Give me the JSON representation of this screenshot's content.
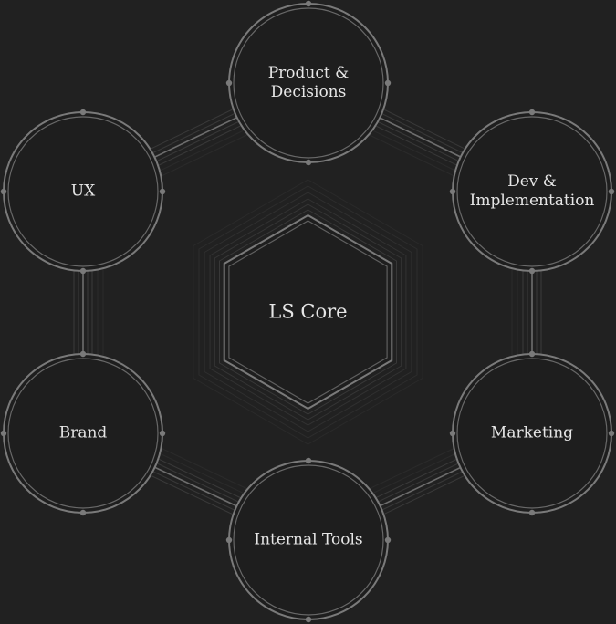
{
  "core": {
    "label": "LS Core"
  },
  "nodes": [
    {
      "id": "product",
      "lines": [
        "Product &",
        "Decisions"
      ]
    },
    {
      "id": "dev",
      "lines": [
        "Dev &",
        "Implementation"
      ]
    },
    {
      "id": "marketing",
      "lines": [
        "Marketing"
      ]
    },
    {
      "id": "internal-tools",
      "lines": [
        "Internal Tools"
      ]
    },
    {
      "id": "brand",
      "lines": [
        "Brand"
      ]
    },
    {
      "id": "ux",
      "lines": [
        "UX"
      ]
    }
  ],
  "colors": {
    "background": "#212121",
    "node_fill": "#1e1e1e",
    "stroke": "#7a7a7a",
    "stroke_dim": "#3c3c3c",
    "text": "#e6e6e6"
  }
}
